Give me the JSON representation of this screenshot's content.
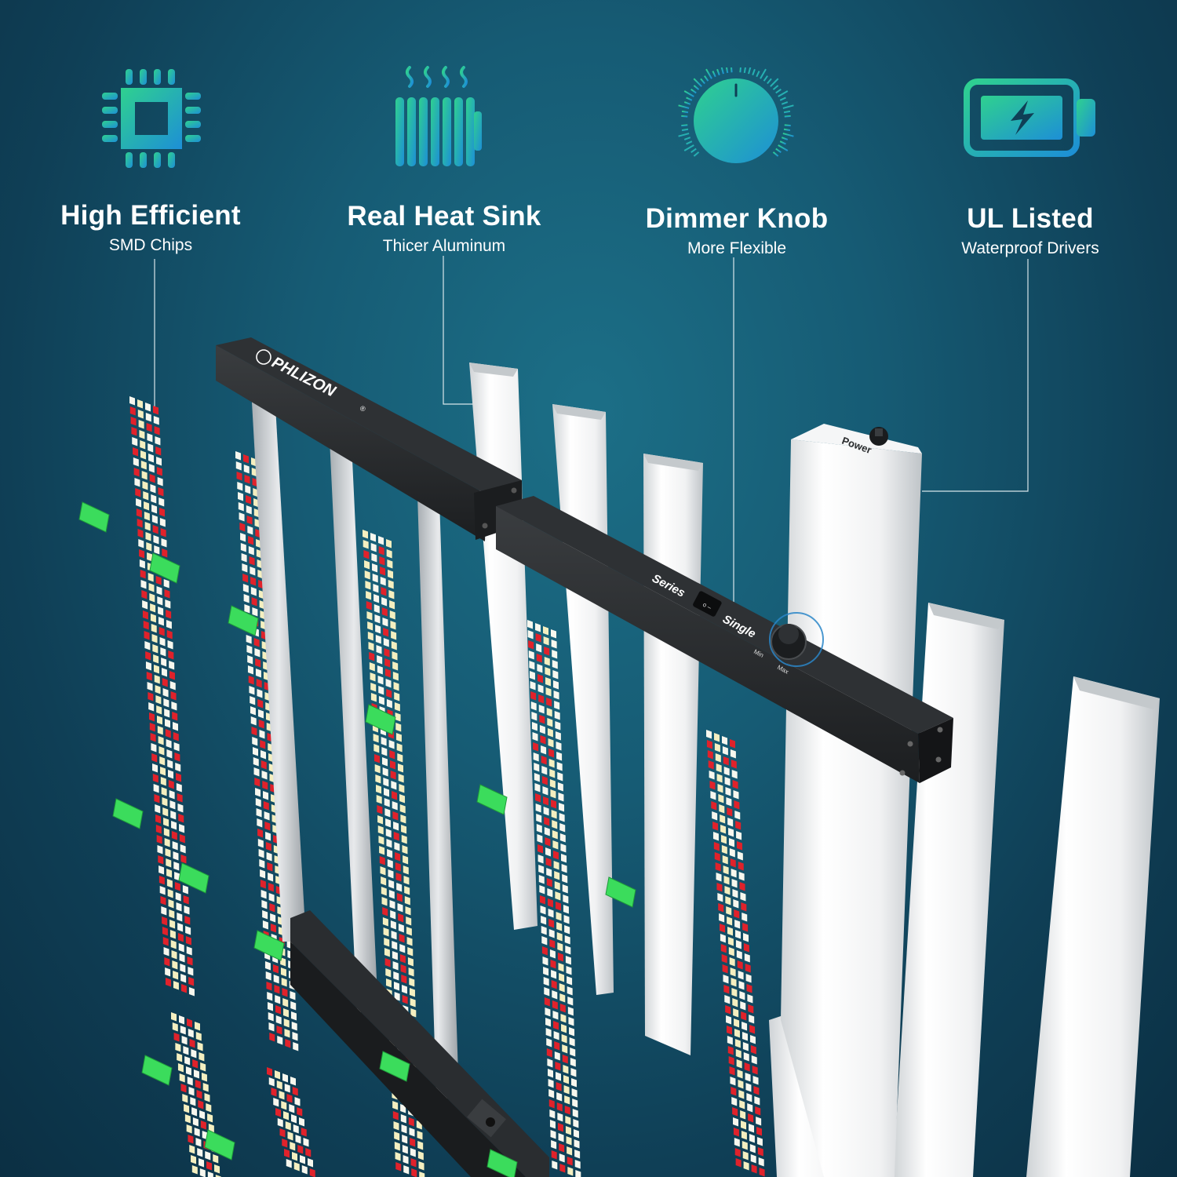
{
  "features": [
    {
      "title": "High Efficient",
      "subtitle": "SMD Chips",
      "icon": "chip-icon"
    },
    {
      "title": "Real Heat Sink",
      "subtitle": "Thicer Aluminum",
      "icon": "heat-sink-icon"
    },
    {
      "title": "Dimmer Knob",
      "subtitle": "More Flexible",
      "icon": "dimmer-knob-icon"
    },
    {
      "title": "UL Listed",
      "subtitle": "Waterproof Drivers",
      "icon": "battery-charging-icon"
    }
  ],
  "product": {
    "brand": "PHLIZON",
    "trademark": "®",
    "switch_label_series": "Series",
    "switch_label_single": "Single",
    "knob_min": "Min",
    "knob_max": "Max",
    "driver_label": "Power"
  },
  "colors": {
    "background": "#165b74",
    "icon_gradient_start": "#2fd18f",
    "icon_gradient_end": "#1d8fd6",
    "led_red": "#e0222b",
    "led_white": "#f7f7ee",
    "led_warm": "#f4efc0",
    "connector_green": "#3bdc5c"
  }
}
